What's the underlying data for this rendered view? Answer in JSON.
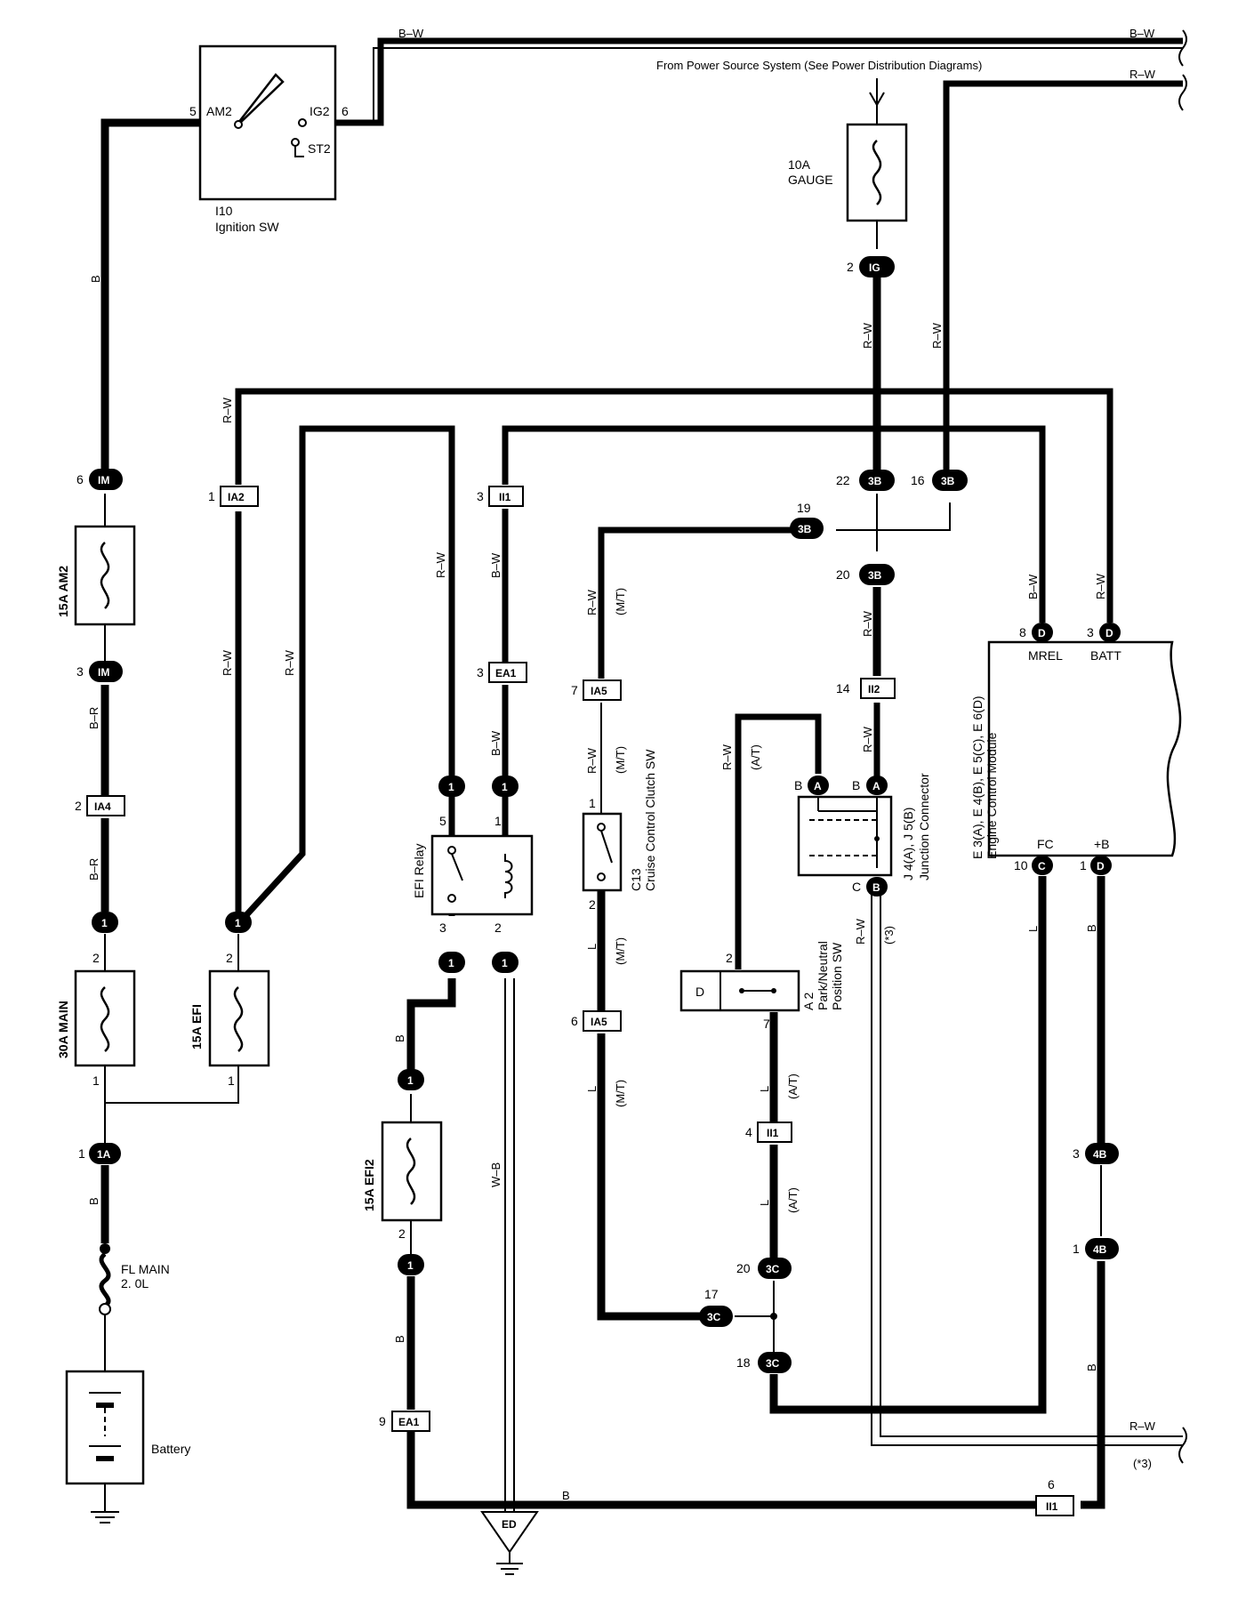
{
  "ignition_switch": {
    "id": "I10",
    "name": "Ignition SW",
    "pin_am2": "AM2",
    "pin_ig2": "IG2",
    "pin_st2": "ST2",
    "num_5": "5",
    "num_6": "6"
  },
  "power_source_note": "From Power Source System (See Power Distribution Diagrams)",
  "wire_colors": {
    "b_w": "B–W",
    "r_w": "R–W",
    "b": "B",
    "b_r": "B–R",
    "l": "L",
    "w_b": "W–B"
  },
  "fuses": {
    "gauge_rating": "10A",
    "gauge_name": "GAUGE",
    "am2": "15A AM2",
    "main": "30A MAIN",
    "efi": "15A EFI",
    "efi2": "15A EFI2",
    "fl_main_1": "FL MAIN",
    "fl_main_2": "2. 0L"
  },
  "connectors": {
    "ig": "IG",
    "im": "IM",
    "ia2": "IA2",
    "ia4": "IA4",
    "ii1": "II1",
    "ea1": "EA1",
    "ia5": "IA5",
    "ii2": "II2",
    "c3b": "3B",
    "c3c": "3C",
    "c4b": "4B",
    "c1a": "1A",
    "one": "1",
    "a": "A",
    "b": "B",
    "c": "C",
    "d": "D",
    "ed": "ED"
  },
  "pin_numbers": {
    "n1": "1",
    "n2": "2",
    "n3": "3",
    "n4": "4",
    "n5": "5",
    "n6": "6",
    "n7": "7",
    "n8": "8",
    "n9": "9",
    "n10": "10",
    "n14": "14",
    "n16": "16",
    "n17": "17",
    "n18": "18",
    "n19": "19",
    "n20": "20",
    "n22": "22"
  },
  "components": {
    "efi_relay": "EFI Relay",
    "clutch_sw_id": "C13",
    "clutch_sw_name": "Cruise Control Clutch SW",
    "pnp_id": "A 2",
    "pnp_name_1": "Park/Neutral",
    "pnp_name_2": "Position SW",
    "jc_id": "J 4(A), J 5(B)",
    "jc_name": "Junction Connector",
    "ecm_ids": "E 3(A), E 4(B), E 5(C), E 6(D)",
    "ecm_name": "Engine Control Module",
    "ecm_mrel": "MREL",
    "ecm_batt": "BATT",
    "ecm_fc": "FC",
    "ecm_b": "+B",
    "battery": "Battery"
  },
  "notes": {
    "mt": "(M/T)",
    "at": "(A/T)",
    "star3": "(*3)"
  }
}
